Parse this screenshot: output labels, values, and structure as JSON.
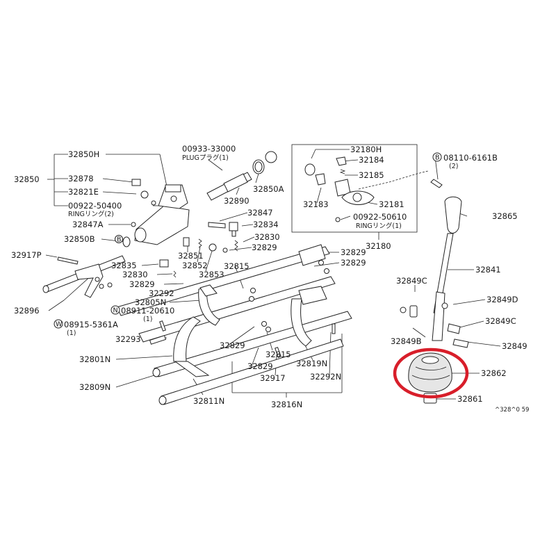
{
  "callouts": {
    "c32850H": "32850H",
    "c00933": "00933-33000",
    "c_plug": "PLUGプラグ(1)",
    "c32850": "32850",
    "c32878": "32878",
    "c32821E": "32821E",
    "c00922_50400": "00922-50400",
    "c_ring1": "RINGリング(2)",
    "c32847A": "32847A",
    "c32850B": "32850B",
    "c32917P": "32917P",
    "c32835": "32835",
    "c32830a": "32830",
    "c32829a": "32829",
    "c32292a": "32292",
    "c32805N": "32805N",
    "c08911": "08911-20610",
    "c08911q": "(1)",
    "c08915": "08915-5361A",
    "c08915q": "(1)",
    "c32896": "32896",
    "c32293": "32293",
    "c32801N": "32801N",
    "c32809N": "32809N",
    "c32811N": "32811N",
    "c32816N": "32816N",
    "c32890": "32890",
    "c32850A": "32850A",
    "c32847": "32847",
    "c32834": "32834",
    "c32830b": "32830",
    "c32829b": "32829",
    "c32851": "32851",
    "c32852": "32852",
    "c32853": "32853",
    "c32815a": "32815",
    "c32829c": "32829",
    "c32829d": "32829",
    "c32829e": "32829",
    "c32829f": "32829",
    "c32815b": "32815",
    "c32917": "32917",
    "c32819N": "32819N",
    "c32292N": "32292N",
    "c32180H": "32180H",
    "c32184": "32184",
    "c32185": "32185",
    "c32183": "32183",
    "c32181": "32181",
    "c00922_50610": "00922-50610",
    "c_ring2": "RINGリング(1)",
    "c32180": "32180",
    "c08110": "08110-6161B",
    "c08110q": "(2)",
    "c32865": "32865",
    "c32841": "32841",
    "c32849C1": "32849C",
    "c32849D": "32849D",
    "c32849C2": "32849C",
    "c32849B": "32849B",
    "c32849": "32849",
    "c32862": "32862",
    "c32861": "32861",
    "code": "^328^0 59"
  },
  "markers": {
    "B": "B",
    "N": "N",
    "W": "W"
  },
  "highlight": {
    "color": "#d81e2a",
    "target": "32862"
  }
}
